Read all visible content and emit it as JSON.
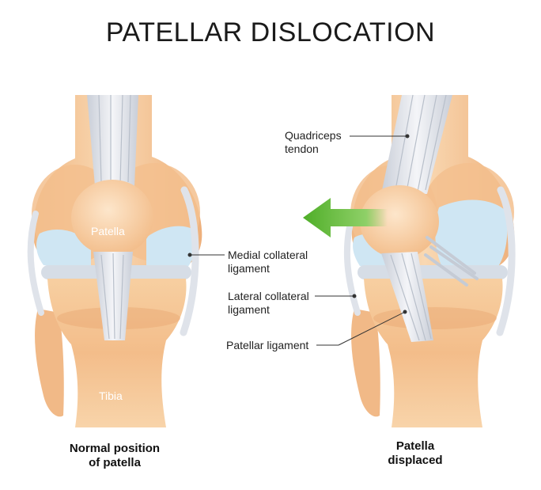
{
  "title": "PATELLAR DISLOCATION",
  "labels": {
    "patella": "Patella",
    "tibia": "Tibia",
    "quadriceps": [
      "Quadriceps",
      "tendon"
    ],
    "medial": [
      "Medial collateral",
      "ligament"
    ],
    "lateral": [
      "Lateral collateral",
      "ligament"
    ],
    "patellar_ligament": "Patellar ligament"
  },
  "captions": {
    "left": [
      "Normal position",
      "of patella"
    ],
    "right": [
      "Patella",
      "displaced"
    ]
  },
  "colors": {
    "bone": "#f6c99a",
    "bone_dark": "#eeae79",
    "cartilage": "#cfe6f3",
    "ligament": "#dfe3ea",
    "arrow": "#5bb531"
  }
}
